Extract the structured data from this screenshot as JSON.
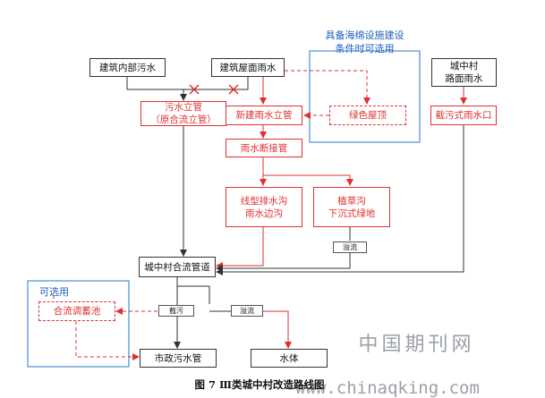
{
  "optional_region_top": {
    "title": "具备海绵设施建设\n条件时可选用",
    "border_color": "#4a8fd0",
    "title_color": "#2060c0"
  },
  "optional_region_bottom": {
    "title": "可选用",
    "border_color": "#4a8fd0",
    "title_color": "#2060c0"
  },
  "nodes": {
    "building_sewage": "建筑内部污水",
    "roof_rainwater": "建筑屋面雨水",
    "road_rainwater": "城中村\n路面雨水",
    "sewage_riser": "污水立管\n（原合流立管）",
    "new_rain_riser": "新建雨水立管",
    "green_roof": "绿色屋顶",
    "interception_inlet": "截污式雨水口",
    "rain_disconnect": "雨水断接管",
    "linear_drain": "线型排水沟\n雨水边沟",
    "grass_swale": "植草沟\n下沉式绿地",
    "overflow_swale": "溢流",
    "combined_pipe": "城中村合流管道",
    "intercept_label": "截污",
    "overflow_label": "溢流",
    "storage_tank": "合流调蓄池",
    "municipal_sewer": "市政污水管",
    "water_body": "水体"
  },
  "caption": "图 7  Ⅲ类城中村改造路线图",
  "watermark": {
    "cn": "中国期刊网",
    "url": "www.chinaqking.com"
  },
  "colors": {
    "red": "#e03030",
    "black": "#333333",
    "blue": "#4a8fd0",
    "watermark": "#9aa0a8"
  }
}
